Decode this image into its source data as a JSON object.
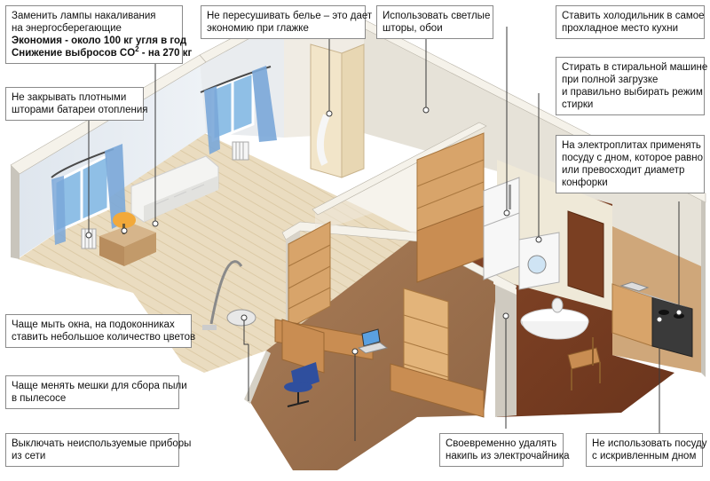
{
  "callouts": {
    "lamps": {
      "line1": "Заменить лампы накаливания",
      "line2": "на энергосберегающие",
      "economy": "Экономия - около 100 кг угля в год",
      "emission_prefix": "Снижение выбросов CO",
      "emission_sup": "2",
      "emission_suffix": " - на 270 кг"
    },
    "linen": {
      "line1": "Не пересушивать белье – это дает",
      "line2": "экономию при глажке"
    },
    "curtains_light": {
      "line1": "Использовать светлые",
      "line2": "шторы, обои"
    },
    "fridge": {
      "line1": "Ставить холодильник в самое",
      "line2": "прохладное место кухни"
    },
    "washing": {
      "line1": "Стирать в стиральной машине",
      "line2": "при полной загрузке",
      "line3": "и правильно выбирать режим",
      "line4": "стирки"
    },
    "stove": {
      "line1": "На электроплитах применять",
      "line2": "посуду с дном, которое равно",
      "line3": "или превосходит диаметр",
      "line4": "конфорки"
    },
    "radiator": {
      "line1": "Не закрывать плотными",
      "line2": "шторами батареи отопления"
    },
    "windows": {
      "line1": "Чаще мыть окна, на подоконниках",
      "line2": "ставить небольшое количество цветов"
    },
    "vacuum": {
      "line1": "Чаще менять мешки для сбора пыли",
      "line2": "в пылесосе"
    },
    "devices": {
      "line1": "Выключать неиспользуемые приборы",
      "line2": "из сети"
    },
    "kettle": {
      "line1": "Своевременно удалять",
      "line2": "накипь из электрочайника"
    },
    "pots": {
      "line1": "Не использовать посуду",
      "line2": "с искривленным дном"
    }
  },
  "colors": {
    "wall_outer": "#d6d3cc",
    "wall_top": "#f2efe7",
    "wall_inner_left": "#e4e9ef",
    "wall_inner_right": "#e9e6de",
    "floor_living": "#e8d9bd",
    "floor_office": "#9a6f4d",
    "floor_kitchen": "#7a3f22",
    "wood": "#c9935a",
    "curtain": "#7aa7d8",
    "leader": "#3a3a3a"
  }
}
